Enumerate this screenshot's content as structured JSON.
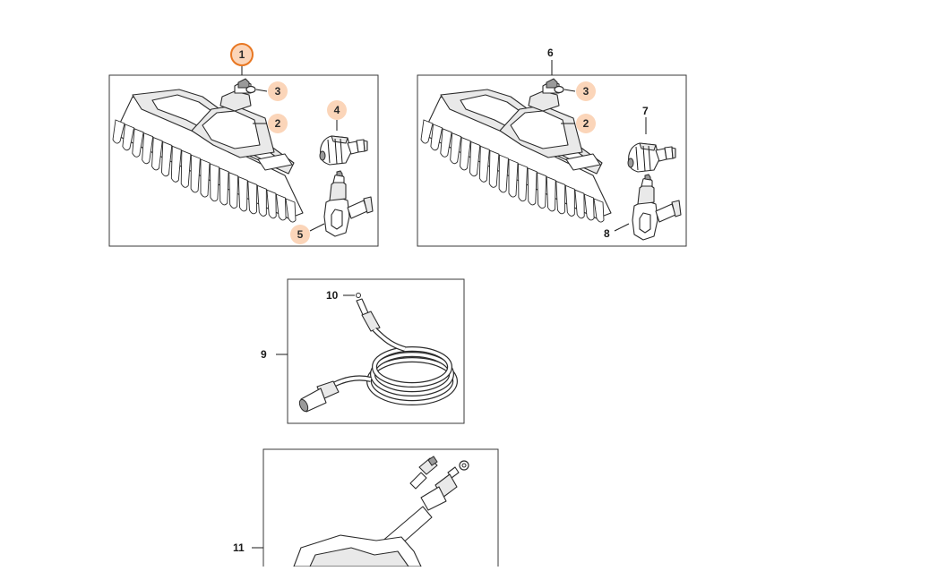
{
  "diagram": {
    "colors": {
      "highlight_fill": "#fbd5b9",
      "selected_ring": "#e87722",
      "line": "#2b2b2b"
    },
    "callouts": {
      "panel1_title": "1",
      "panel1_ring": "3",
      "panel1_housing": "2",
      "panel1_nozzle": "4",
      "panel1_adapter": "5",
      "panel2_title": "6",
      "panel2_ring": "3",
      "panel2_housing": "2",
      "panel2_nozzle": "7",
      "panel2_adapter": "8",
      "panel3_title": "9",
      "panel3_seal": "10",
      "panel4_title": "11"
    }
  }
}
